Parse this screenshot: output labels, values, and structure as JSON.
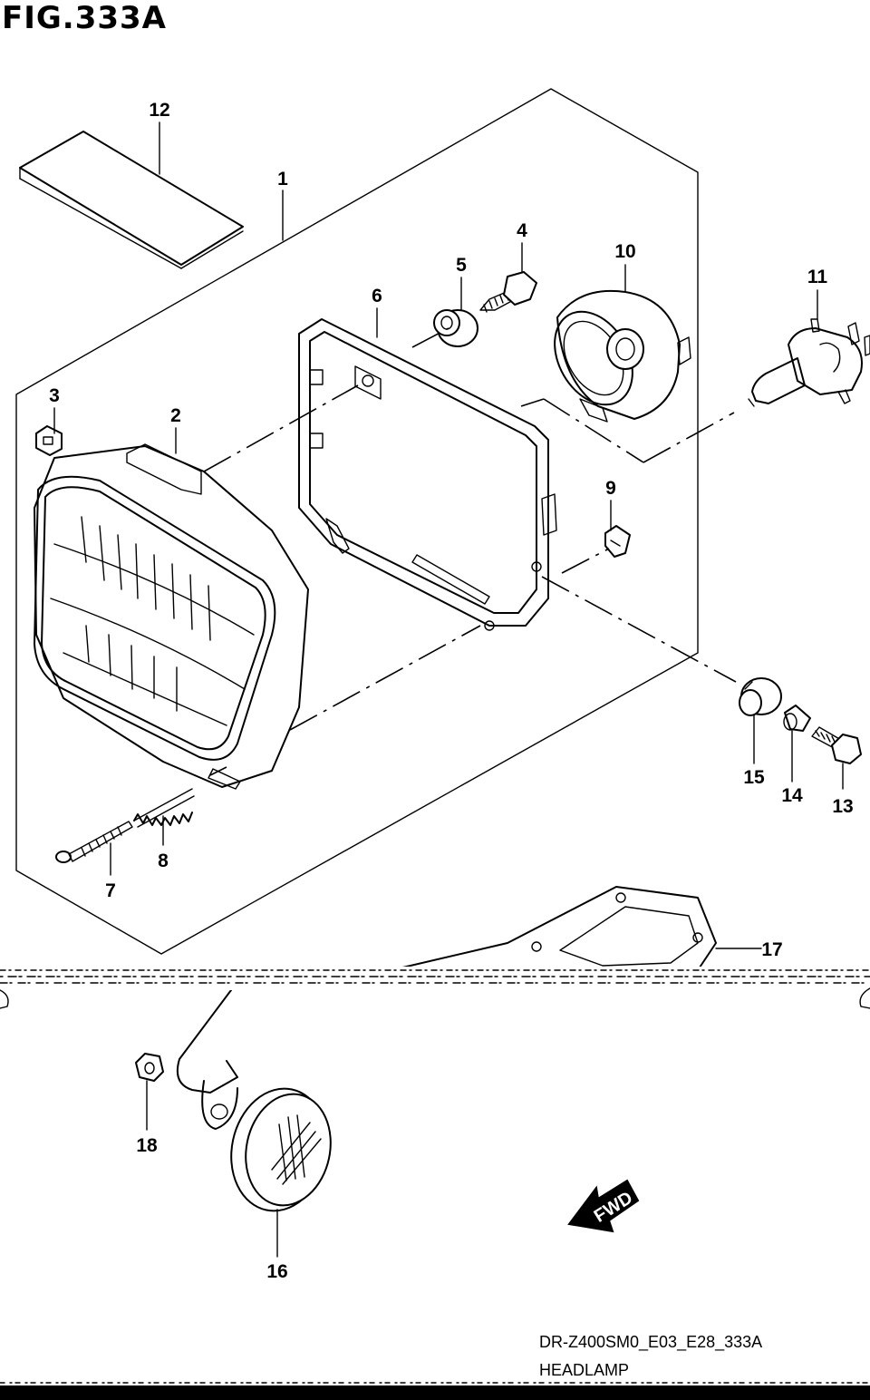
{
  "figure": {
    "title": "FIG.333A",
    "drawing_code": "DR-Z400SM0_E03_E28_333A",
    "section_name": "HEADLAMP",
    "direction_label": "FWD"
  },
  "callouts": [
    {
      "id": "1",
      "label": "1"
    },
    {
      "id": "2",
      "label": "2"
    },
    {
      "id": "3",
      "label": "3"
    },
    {
      "id": "4",
      "label": "4"
    },
    {
      "id": "5",
      "label": "5"
    },
    {
      "id": "6",
      "label": "6"
    },
    {
      "id": "7",
      "label": "7"
    },
    {
      "id": "8",
      "label": "8"
    },
    {
      "id": "9",
      "label": "9"
    },
    {
      "id": "10",
      "label": "10"
    },
    {
      "id": "11",
      "label": "11"
    },
    {
      "id": "12",
      "label": "12"
    },
    {
      "id": "13",
      "label": "13"
    },
    {
      "id": "14",
      "label": "14"
    },
    {
      "id": "15",
      "label": "15"
    },
    {
      "id": "16",
      "label": "16"
    },
    {
      "id": "17",
      "label": "17"
    },
    {
      "id": "18",
      "label": "18"
    }
  ]
}
